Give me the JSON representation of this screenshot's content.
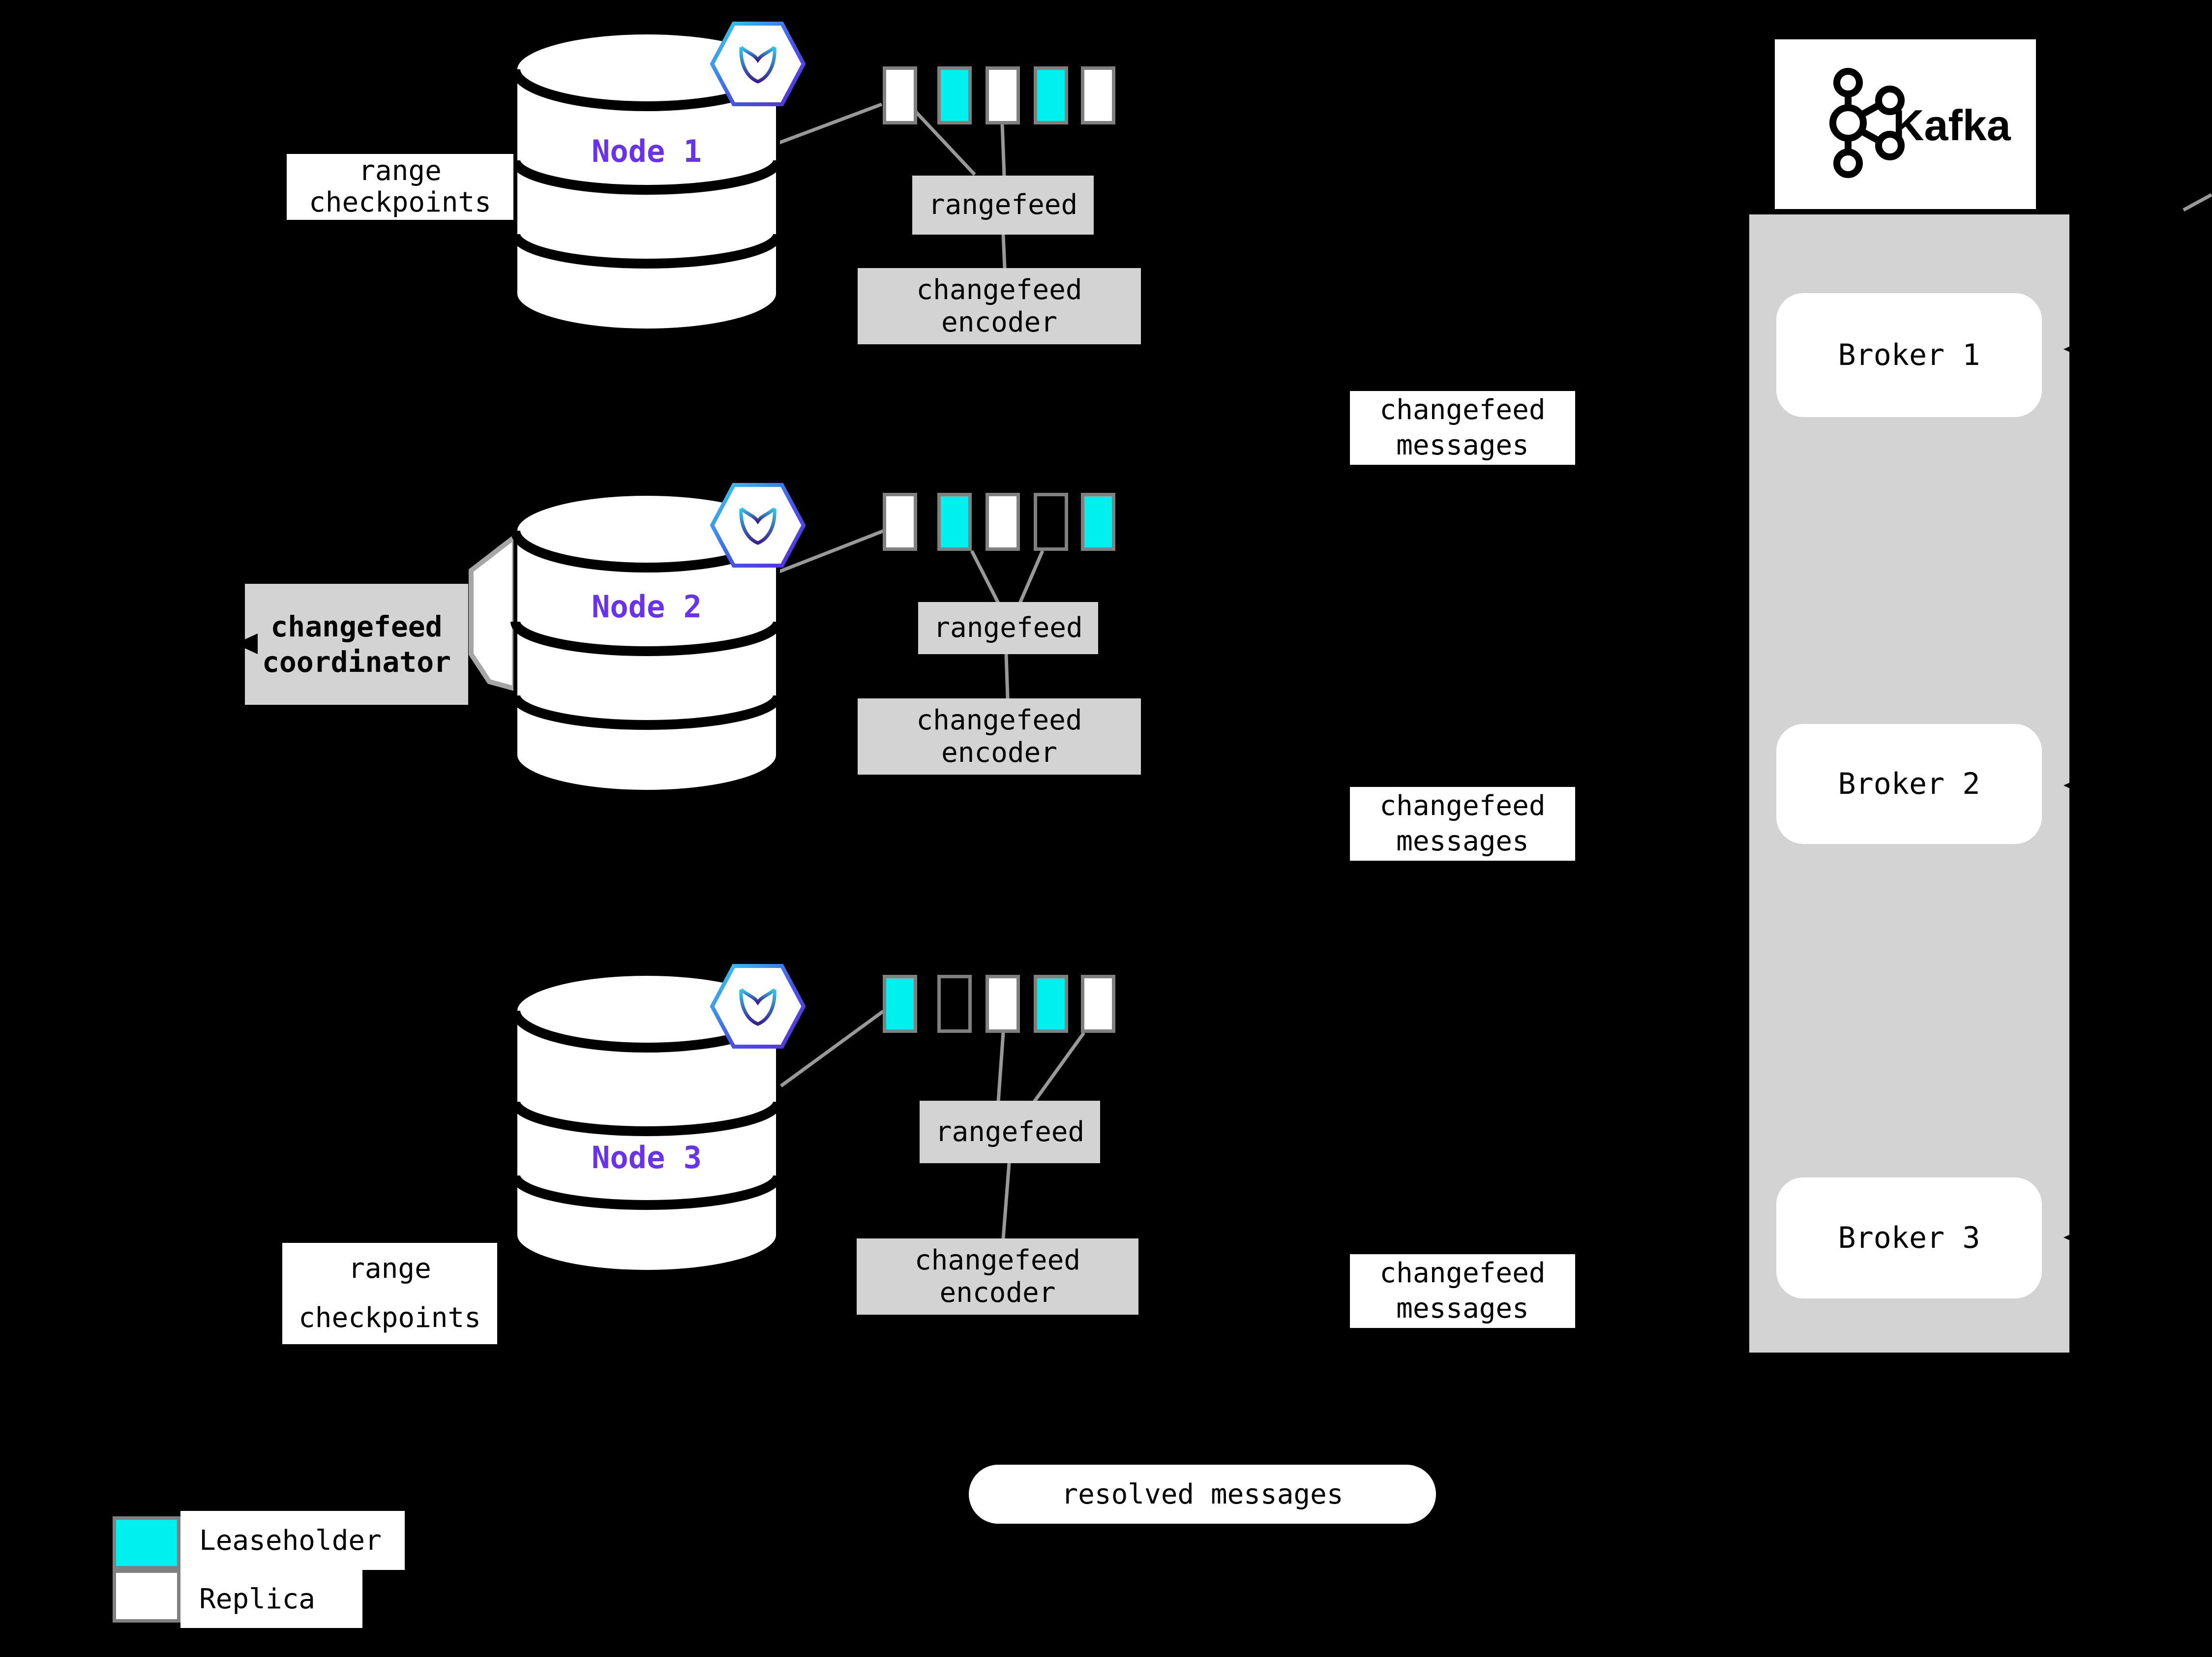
{
  "nodes": [
    {
      "label": "Node 1",
      "badge_icon": "cockroachdb-icon",
      "ranges": [
        "replica",
        "leaseholder",
        "replica",
        "leaseholder",
        "replica"
      ],
      "rangefeed": "rangefeed",
      "encoder": [
        "changefeed",
        "encoder"
      ],
      "messages": [
        "changefeed",
        "messages"
      ]
    },
    {
      "label": "Node 2",
      "badge_icon": "cockroachdb-icon",
      "ranges": [
        "replica",
        "leaseholder",
        "replica",
        "empty",
        "leaseholder"
      ],
      "rangefeed": "rangefeed",
      "encoder": [
        "changefeed",
        "encoder"
      ],
      "messages": [
        "changefeed",
        "messages"
      ]
    },
    {
      "label": "Node 3",
      "badge_icon": "cockroachdb-icon",
      "ranges": [
        "leaseholder",
        "empty",
        "replica",
        "leaseholder",
        "replica"
      ],
      "rangefeed": "rangefeed",
      "encoder": [
        "changefeed",
        "encoder"
      ],
      "messages": [
        "changefeed",
        "messages"
      ]
    }
  ],
  "annotations": {
    "range_checkpoints": [
      "range",
      "checkpoints"
    ],
    "coordinator": [
      "changefeed",
      "coordinator"
    ],
    "resolved": "resolved messages"
  },
  "kafka": {
    "title": "Kafka",
    "logo_icon": "kafka-logo-icon",
    "brokers": [
      "Broker 1",
      "Broker 2",
      "Broker 3"
    ]
  },
  "legend": [
    {
      "kind": "leaseholder",
      "label": "Leaseholder"
    },
    {
      "kind": "replica",
      "label": "Replica"
    }
  ],
  "colors": {
    "background": "#000000",
    "leaseholder": "#00EFEF",
    "replica": "#FFFFFF",
    "empty_range": "#000000",
    "node_label": "#6933EE",
    "box_gray": "#D3D3D3",
    "connector_gray": "#999999",
    "square_border": "#808080"
  }
}
